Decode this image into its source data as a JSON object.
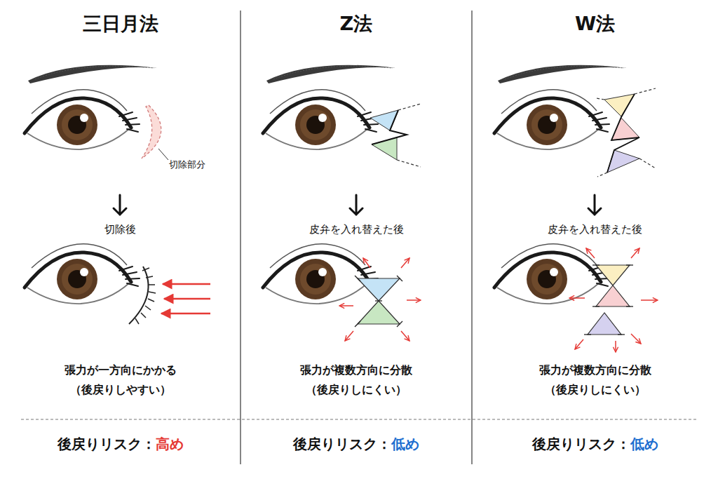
{
  "diagram": {
    "nodes": [
      {
        "text": [
          "三日月法",
          "切除後",
          "張力が一方向にかかる",
          "（後戻りしやすい）",
          "後戻りリスク：",
          "高め"
        ]
      },
      {
        "text": [
          "Z法",
          "皮弁を入れ替えた後",
          "張力が複数方向に分散",
          "（後戻りしにくい）",
          "後戻りリスク：",
          "低め"
        ]
      },
      {
        "text": [
          "W法",
          "皮弁を入れ替えた後",
          "張力が複数方向に分散",
          "（後戻りしにくい）",
          "後戻りリスク：",
          "低め"
        ]
      }
    ],
    "labels": [
      "切除部分"
    ]
  }
}
